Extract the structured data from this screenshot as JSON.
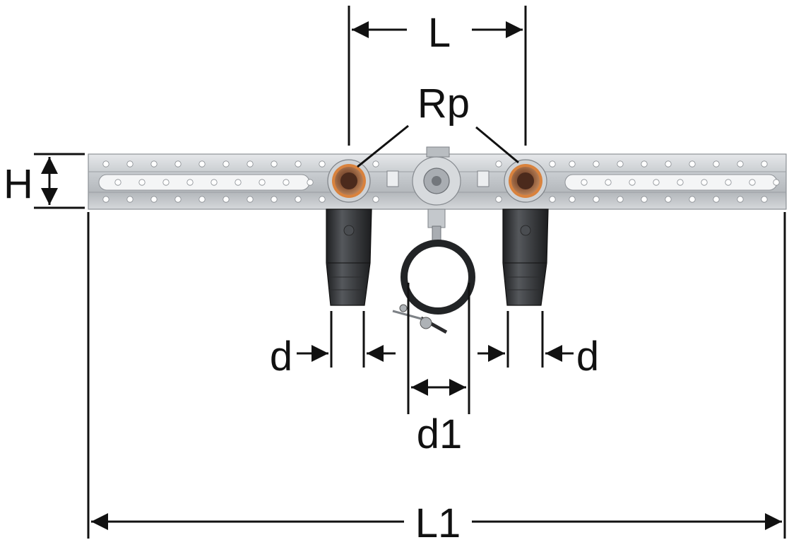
{
  "labels": {
    "L": "L",
    "Rp": "Rp",
    "H": "H",
    "d_left": "d",
    "d_right": "d",
    "d1": "d1",
    "L1": "L1"
  },
  "colors": {
    "dimension": "#111111",
    "rail_metal": "#c9ccd0",
    "fitting_copper": "#8a5a3c",
    "fitting_ring": "#d07a3a",
    "sleeve": "#3b3d40",
    "clamp": "#2a2a2c"
  }
}
